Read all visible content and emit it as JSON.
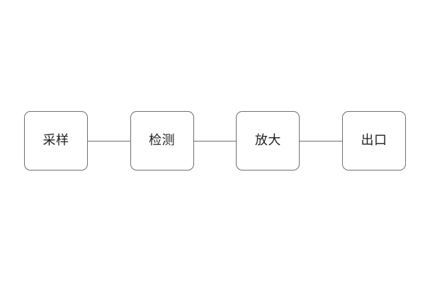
{
  "diagram": {
    "type": "linear-flow",
    "orientation": "horizontal",
    "background_color": "#ffffff",
    "node_border_color": "#6e6e6e",
    "node_fill_color": "#ffffff",
    "label_color": "#1f1f1f",
    "connector_color": "#6e6e6e",
    "connector_style": "plain-line-no-arrowhead",
    "nodes": [
      {
        "id": "node-1",
        "label": "采样"
      },
      {
        "id": "node-2",
        "label": "检测"
      },
      {
        "id": "node-3",
        "label": "放大"
      },
      {
        "id": "node-4",
        "label": "出口"
      }
    ],
    "connectors": [
      {
        "id": "connector-1",
        "from": "node-1",
        "to": "node-2"
      },
      {
        "id": "connector-2",
        "from": "node-2",
        "to": "node-3"
      },
      {
        "id": "connector-3",
        "from": "node-3",
        "to": "node-4"
      }
    ]
  }
}
